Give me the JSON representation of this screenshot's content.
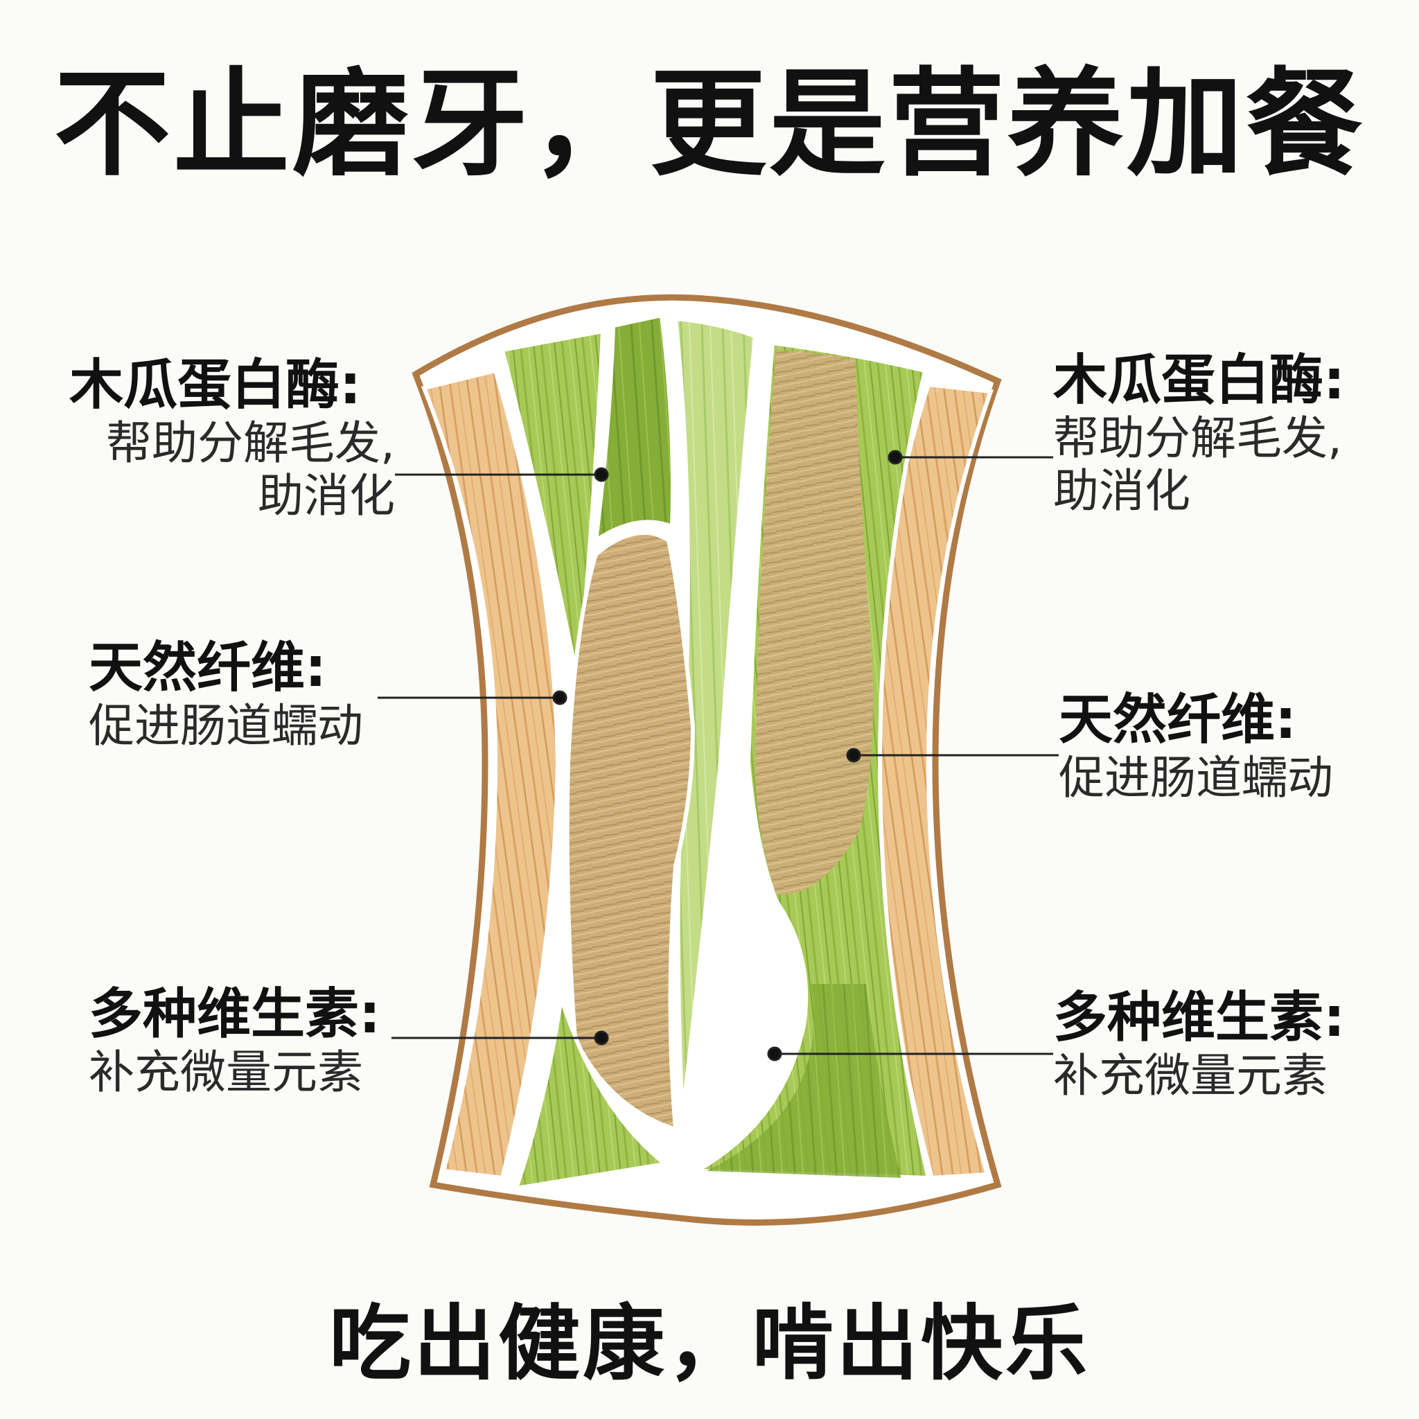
{
  "headline": "不止磨牙，更是营养加餐",
  "footer": "吃出健康，啃出快乐",
  "labels": {
    "left": [
      {
        "title": "木瓜蛋白酶:",
        "desc": "帮助分解毛发,\n助消化"
      },
      {
        "title": "天然纤维:",
        "desc": "促进肠道蠕动"
      },
      {
        "title": "多种维生素:",
        "desc": "补充微量元素"
      }
    ],
    "right": [
      {
        "title": "木瓜蛋白酶:",
        "desc": "帮助分解毛发,\n助消化"
      },
      {
        "title": "天然纤维:",
        "desc": "促进肠道蠕动"
      },
      {
        "title": "多种维生素:",
        "desc": "补充微量元素"
      }
    ]
  },
  "colors": {
    "wood": "#e8bb82",
    "wood_dark": "#c98f52",
    "outline": "#b07a45",
    "green_light": "#b7d46a",
    "green_mid": "#93b83e",
    "green_dark": "#6f9a2a",
    "fiber": "#c9a870",
    "fiber_dark": "#a98953"
  }
}
